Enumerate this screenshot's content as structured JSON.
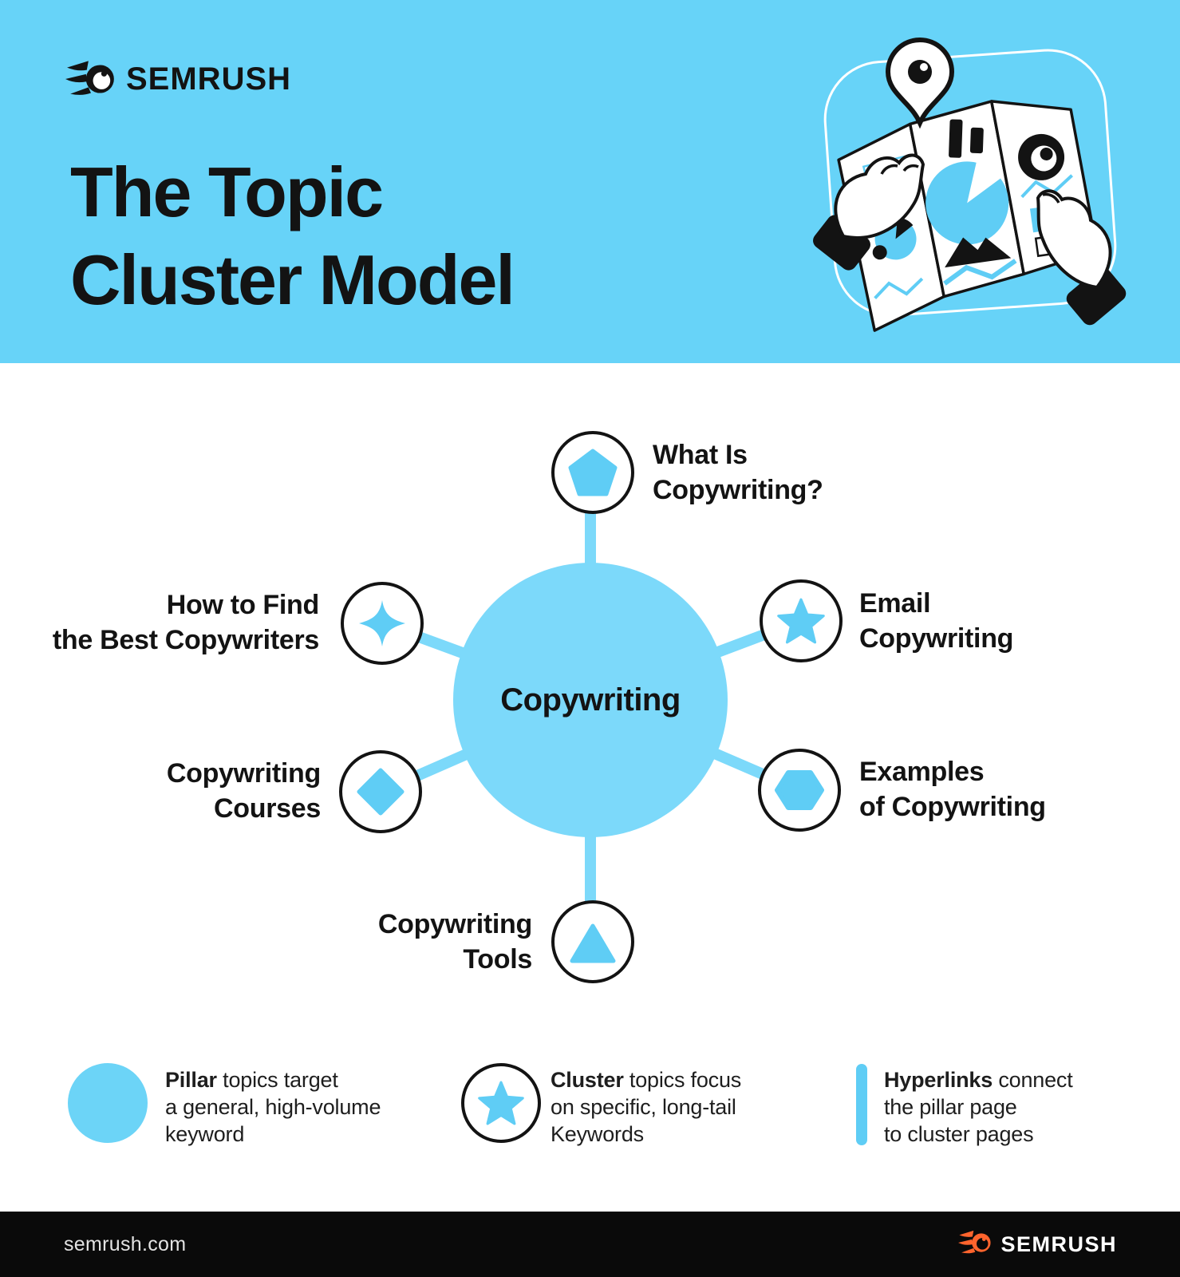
{
  "colors": {
    "header_bg": "#67d3f8",
    "hub_fill": "#7cd9fa",
    "icon_fill": "#5fcdf5",
    "legend_circle_fill": "#6cd4f7",
    "footer_bg": "#0a0a0a",
    "footer_logo_orange": "#ff642d",
    "text_dark": "#131313"
  },
  "header": {
    "logo_text": "SEMRUSH",
    "title_line1": "The Topic",
    "title_line2": "Cluster Model",
    "illustration": "hands-holding-map-with-pin-charts"
  },
  "diagram": {
    "hub": {
      "label": "Copywriting"
    },
    "nodes": [
      {
        "id": "what-is-copywriting",
        "icon": "pentagon-icon",
        "line1": "What Is",
        "line2": "Copywriting?"
      },
      {
        "id": "email-copywriting",
        "icon": "star-icon",
        "line1": "Email",
        "line2": "Copywriting"
      },
      {
        "id": "examples-of-copywriting",
        "icon": "hexagon-icon",
        "line1": "Examples",
        "line2": "of Copywriting"
      },
      {
        "id": "copywriting-tools",
        "icon": "triangle-icon",
        "line1": "Copywriting",
        "line2": "Tools"
      },
      {
        "id": "copywriting-courses",
        "icon": "diamond-icon",
        "line1": "Copywriting",
        "line2": "Courses"
      },
      {
        "id": "how-to-find-best-copywriters",
        "icon": "sparkle-icon",
        "line1": "How to Find",
        "line2": "the Best Copywriters"
      }
    ]
  },
  "legend": {
    "items": [
      {
        "icon": "pillar-circle-icon",
        "bold": "Pillar",
        "line1_rest": " topics target",
        "line2": "a general, high-volume",
        "line3": "keyword"
      },
      {
        "icon": "cluster-star-icon",
        "bold": "Cluster",
        "line1_rest": " topics focus",
        "line2": "on specific, long-tail",
        "line3": "Keywords"
      },
      {
        "icon": "hyperlink-line-icon",
        "bold": "Hyperlinks",
        "line1_rest": " connect",
        "line2": "the pillar page",
        "line3": "to cluster pages"
      }
    ]
  },
  "footer": {
    "website": "semrush.com",
    "logo_text": "SEMRUSH"
  }
}
